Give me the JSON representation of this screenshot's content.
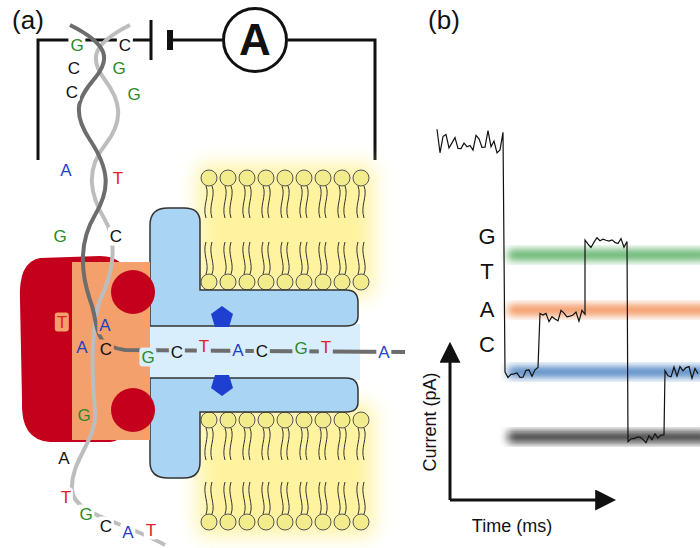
{
  "diagram": {
    "nodes": [
      {
        "text": [
          "A"
        ]
      }
    ],
    "labels": [
      "(a)",
      "(b)",
      "G",
      "C",
      "C",
      "G",
      "C",
      "G",
      "A",
      "T",
      "G",
      "C",
      "T",
      "A",
      "A",
      "C",
      "G",
      "C",
      "T",
      "A",
      "C",
      "G",
      "T",
      "A",
      "G",
      "A",
      "T",
      "G",
      "C",
      "A",
      "T",
      "G",
      "T",
      "A",
      "C",
      "Current (pA)",
      "Time (ms)"
    ]
  }
}
